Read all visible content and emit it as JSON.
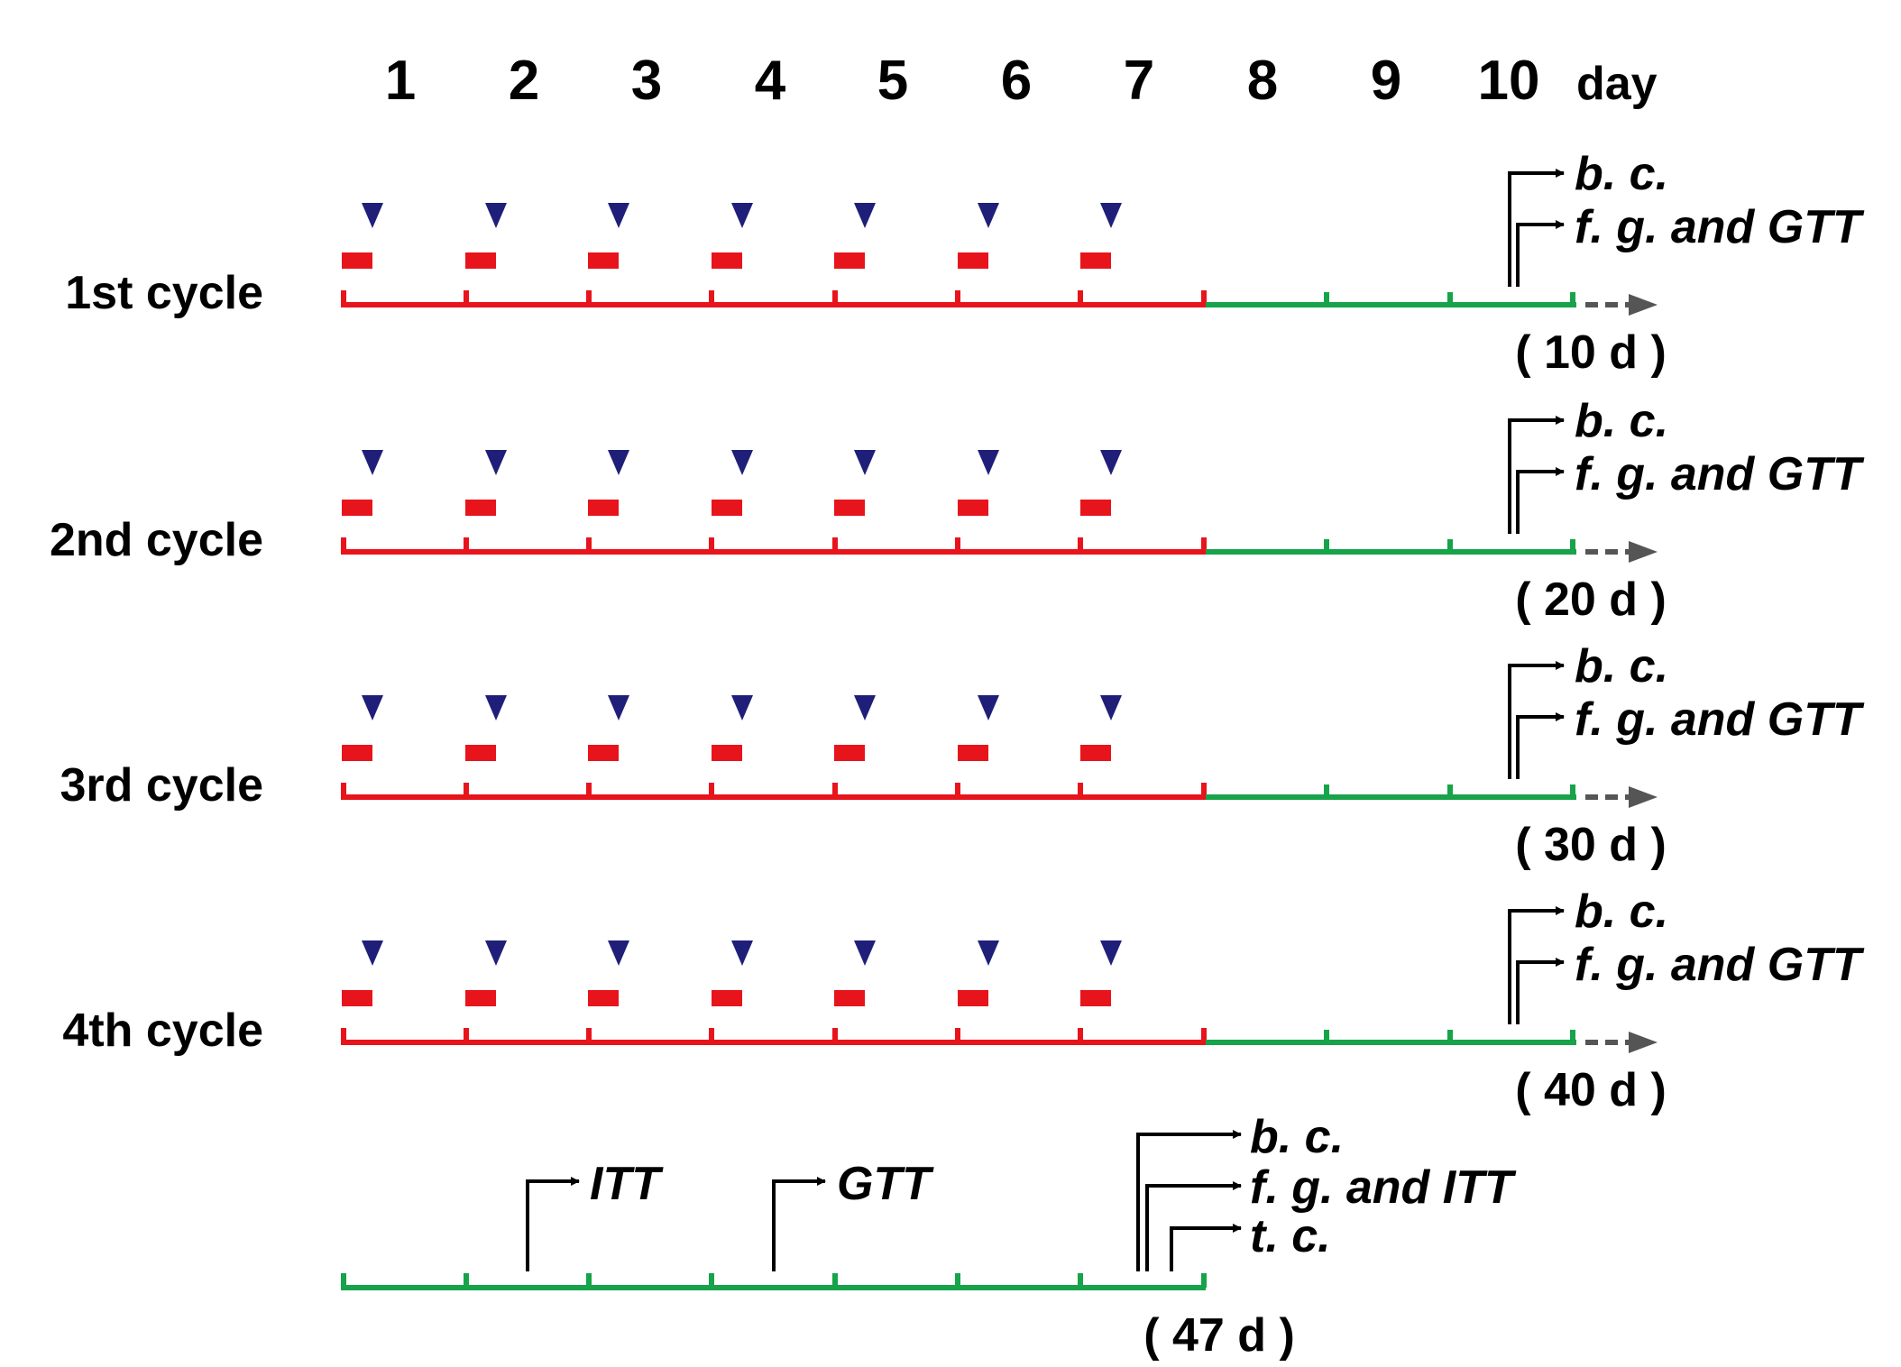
{
  "colors": {
    "treatment_line": "#e8141c",
    "recovery_line": "#16a34a",
    "injection_marker": "#1f1f7a",
    "dose_bar": "#e8141c",
    "continue_arrow": "#555555",
    "text": "#000000"
  },
  "header": {
    "days": [
      "1",
      "2",
      "3",
      "4",
      "5",
      "6",
      "7",
      "8",
      "9",
      "10"
    ],
    "unit": "day"
  },
  "cycles": [
    {
      "label": "1st cycle",
      "duration": "( 10 d )",
      "measure_top": "b. c.",
      "measure_bottom": "f. g. and GTT"
    },
    {
      "label": "2nd cycle",
      "duration": "( 20 d )",
      "measure_top": "b. c.",
      "measure_bottom": "f. g. and GTT"
    },
    {
      "label": "3rd cycle",
      "duration": "( 30 d )",
      "measure_top": "b. c.",
      "measure_bottom": "f. g. and GTT"
    },
    {
      "label": "4th cycle",
      "duration": "( 40 d )",
      "measure_top": "b. c.",
      "measure_bottom": "f. g. and GTT"
    }
  ],
  "final_phase": {
    "itt_label": "ITT",
    "gtt_label": "GTT",
    "measure_1": "b. c.",
    "measure_2": "f. g. and ITT",
    "measure_3": "t. c.",
    "duration": "( 47 d )"
  },
  "legend_icons": {
    "marker": "triangle-down-icon",
    "dose": "bar-icon",
    "continue": "dashed-arrow-icon"
  }
}
